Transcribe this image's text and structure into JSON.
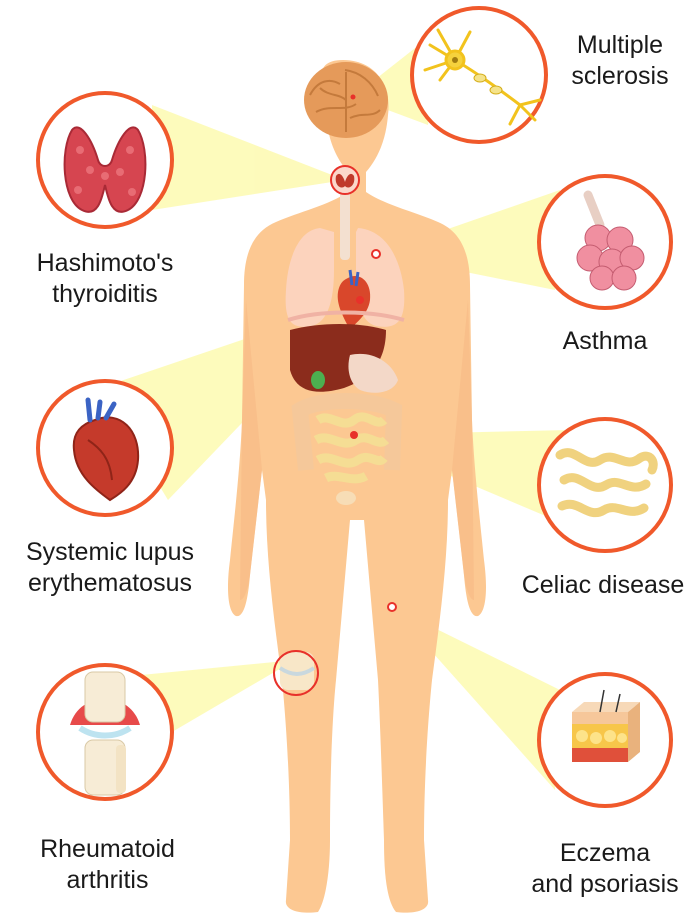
{
  "diagram": {
    "colors": {
      "body": "#fcc892",
      "body_shadow": "#f3b37b",
      "ring": "#f0592b",
      "beam": "#fdfab0",
      "marker": "#e8312a"
    },
    "conditions": [
      {
        "name": "multiple-sclerosis",
        "lines": [
          "Multiple",
          "sclerosis"
        ],
        "organ": "brain",
        "icon": "neuron-icon"
      },
      {
        "name": "hashimotos-thyroiditis",
        "lines": [
          "Hashimoto's",
          "thyroiditis"
        ],
        "organ": "thyroid",
        "icon": "thyroid-icon"
      },
      {
        "name": "asthma",
        "lines": [
          "Asthma"
        ],
        "organ": "lungs",
        "icon": "alveoli-icon"
      },
      {
        "name": "systemic-lupus-erythematosus",
        "lines": [
          "Systemic lupus",
          "erythematosus"
        ],
        "organ": "heart",
        "icon": "heart-icon"
      },
      {
        "name": "celiac-disease",
        "lines": [
          "Celiac disease"
        ],
        "organ": "small intestine",
        "icon": "intestine-icon"
      },
      {
        "name": "rheumatoid-arthritis",
        "lines": [
          "Rheumatoid",
          "arthritis"
        ],
        "organ": "knee joint",
        "icon": "knee-joint-icon"
      },
      {
        "name": "eczema-and-psoriasis",
        "lines": [
          "Eczema",
          "and psoriasis"
        ],
        "organ": "skin",
        "icon": "skin-layers-icon"
      }
    ]
  }
}
